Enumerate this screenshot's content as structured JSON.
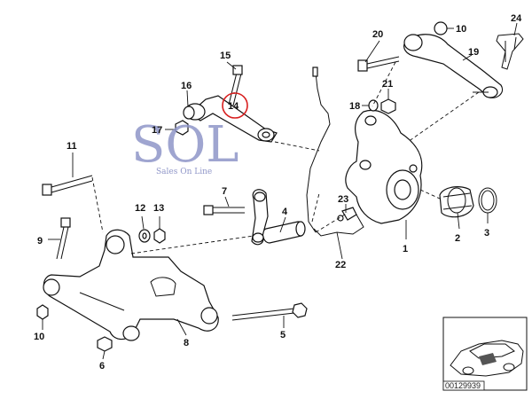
{
  "callouts": {
    "c1": "1",
    "c2": "2",
    "c3": "3",
    "c4": "4",
    "c5": "5",
    "c6": "6",
    "c7": "7",
    "c8": "8",
    "c9": "9",
    "c10a": "10",
    "c10b": "10",
    "c11": "11",
    "c12": "12",
    "c13": "13",
    "c14": "14",
    "c15": "15",
    "c16": "16",
    "c17": "17",
    "c18": "18",
    "c19": "19",
    "c20": "20",
    "c21": "21",
    "c22": "22",
    "c23": "23",
    "c24": "24"
  },
  "watermark": {
    "mark": "SOL",
    "tagline": "Sales On Line"
  },
  "diagram_id": "00129939",
  "colors": {
    "highlight": "#d81f1f",
    "watermark": "#8f96c8",
    "line": "#111111"
  }
}
